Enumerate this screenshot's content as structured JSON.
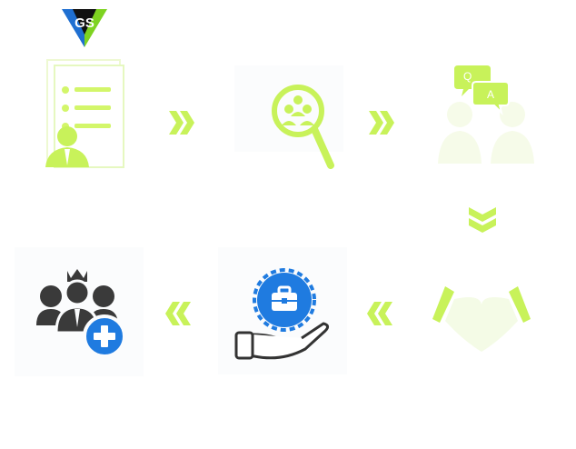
{
  "brand": {
    "logo_text": "GS",
    "colors": {
      "blue": "#1f6fd1",
      "black": "#111111",
      "green": "#7ed321"
    }
  },
  "colors": {
    "accent_green": "#c8f25a",
    "light_green": "#ddfa86",
    "icon_gray": "#3a3a3a",
    "icon_blue": "#1f7be0"
  },
  "steps": [
    {
      "icon": "resume-document-icon",
      "label": ""
    },
    {
      "icon": "search-candidates-icon",
      "label": ""
    },
    {
      "icon": "interview-qa-icon",
      "label": ""
    },
    {
      "icon": "handshake-icon",
      "label": ""
    },
    {
      "icon": "job-offer-icon",
      "label": ""
    },
    {
      "icon": "add-team-member-icon",
      "label": ""
    }
  ],
  "qa_bubble": {
    "q": "Q",
    "a": "A"
  }
}
